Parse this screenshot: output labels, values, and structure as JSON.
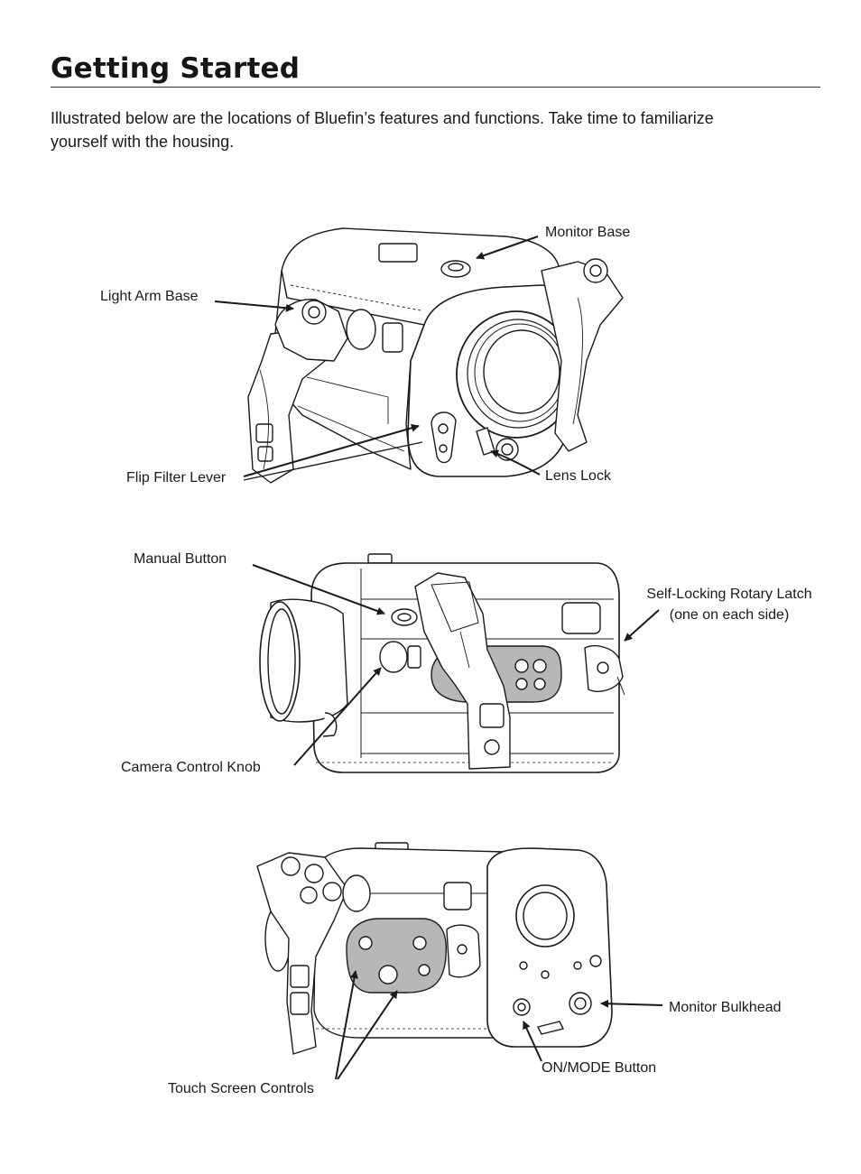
{
  "page": {
    "title": "Getting Started",
    "intro_line1": "Illustrated below are the locations of Bluefin’s features and functions. Take time to familiarize",
    "intro_line2": "yourself with the housing."
  },
  "figure_top": {
    "labels": {
      "monitor_base": "Monitor Base",
      "light_arm_base": "Light Arm Base",
      "flip_filter_lever": "Flip Filter Lever",
      "lens_lock": "Lens Lock"
    }
  },
  "figure_side": {
    "labels": {
      "manual_button": "Manual Button",
      "rotary_latch_line1": "Self-Locking Rotary Latch",
      "rotary_latch_line2": "(one on each side)",
      "camera_control_knob": "Camera Control Knob"
    }
  },
  "figure_rear": {
    "labels": {
      "monitor_bulkhead": "Monitor Bulkhead",
      "on_mode_button": "ON/MODE Button",
      "touch_screen_controls": "Touch Screen Controls"
    }
  },
  "colors": {
    "ink": "#1a1a1a",
    "panel_gray": "#b7b7b7"
  }
}
